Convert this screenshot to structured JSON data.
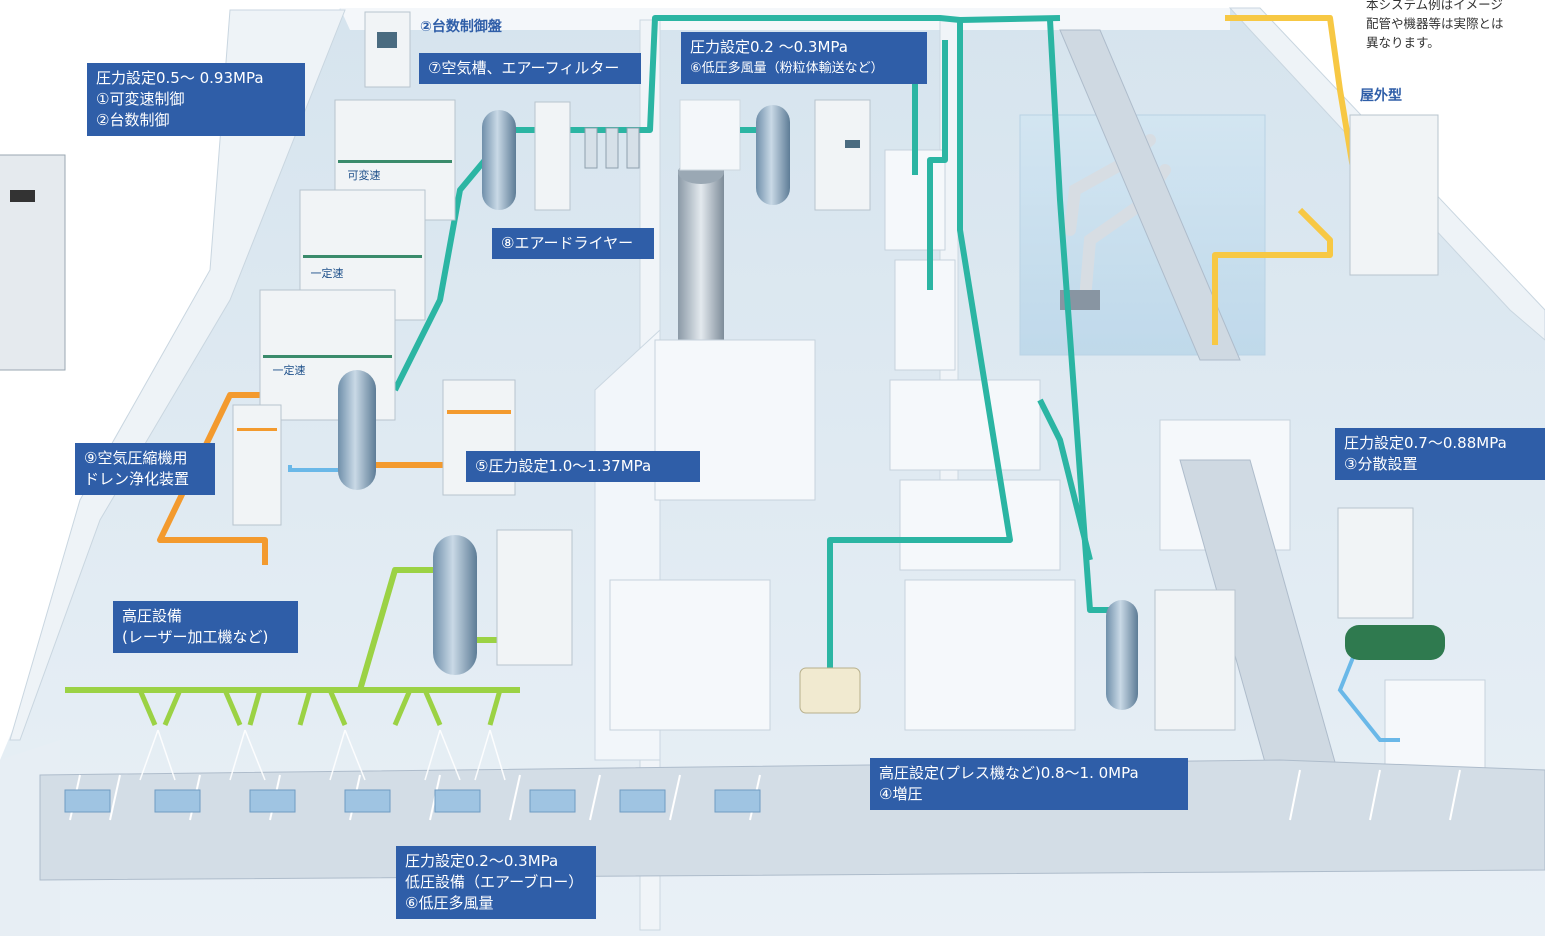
{
  "colors": {
    "callout_bg": "#2f5ea8",
    "pipe_teal": "#2bb5a3",
    "pipe_orange": "#f39a2e",
    "pipe_lime": "#9bd244",
    "pipe_yellow": "#f7c844",
    "pipe_blue": "#6ab8e8",
    "floor": "#dfe9f0",
    "wall": "#eef3f7"
  },
  "icons": [
    "air-compressor-icon",
    "air-tank-icon",
    "control-panel-icon",
    "air-filter-icon",
    "air-dryer-icon",
    "robot-arm-icon",
    "conveyor-icon",
    "press-machine-icon",
    "nozzle-icon"
  ],
  "top_note": {
    "lines": [
      "本システム例はイメージ",
      "配管や機器等は実際とは",
      "異なります。"
    ]
  },
  "outdoor_label": "屋外型",
  "panel_label": "②台数制御盤",
  "machine_labels": {
    "variable_speed": "可変速",
    "fixed_speed_1": "一定速",
    "fixed_speed_2": "一定速"
  },
  "callouts": {
    "main": [
      "圧力設定0.5～ 0.93MPa",
      "①可変速制御",
      "②台数制御"
    ],
    "tank_filter": [
      "⑦空気槽、エアーフィルター"
    ],
    "low_pressure_top": [
      "圧力設定0.2 ～0.3MPa",
      "⑥低圧多風量（粉粒体輸送など）"
    ],
    "dryer": [
      "⑧エアードライヤー"
    ],
    "drain": [
      "⑨空気圧縮機用",
      "ドレン浄化装置"
    ],
    "mid_pressure": [
      "⑤圧力設定1.0～1.37MPa"
    ],
    "high_laser": [
      "高圧設備",
      "(レーザー加工機など)"
    ],
    "distributed": [
      "圧力設定0.7～0.88MPa",
      "③分散設置"
    ],
    "press": [
      "高圧設定(プレス機など)0.8～1. 0MPa",
      "④増圧"
    ],
    "air_blow": [
      "圧力設定0.2～0.3MPa",
      "低圧設備（エアーブロー）",
      "⑥低圧多風量"
    ]
  }
}
